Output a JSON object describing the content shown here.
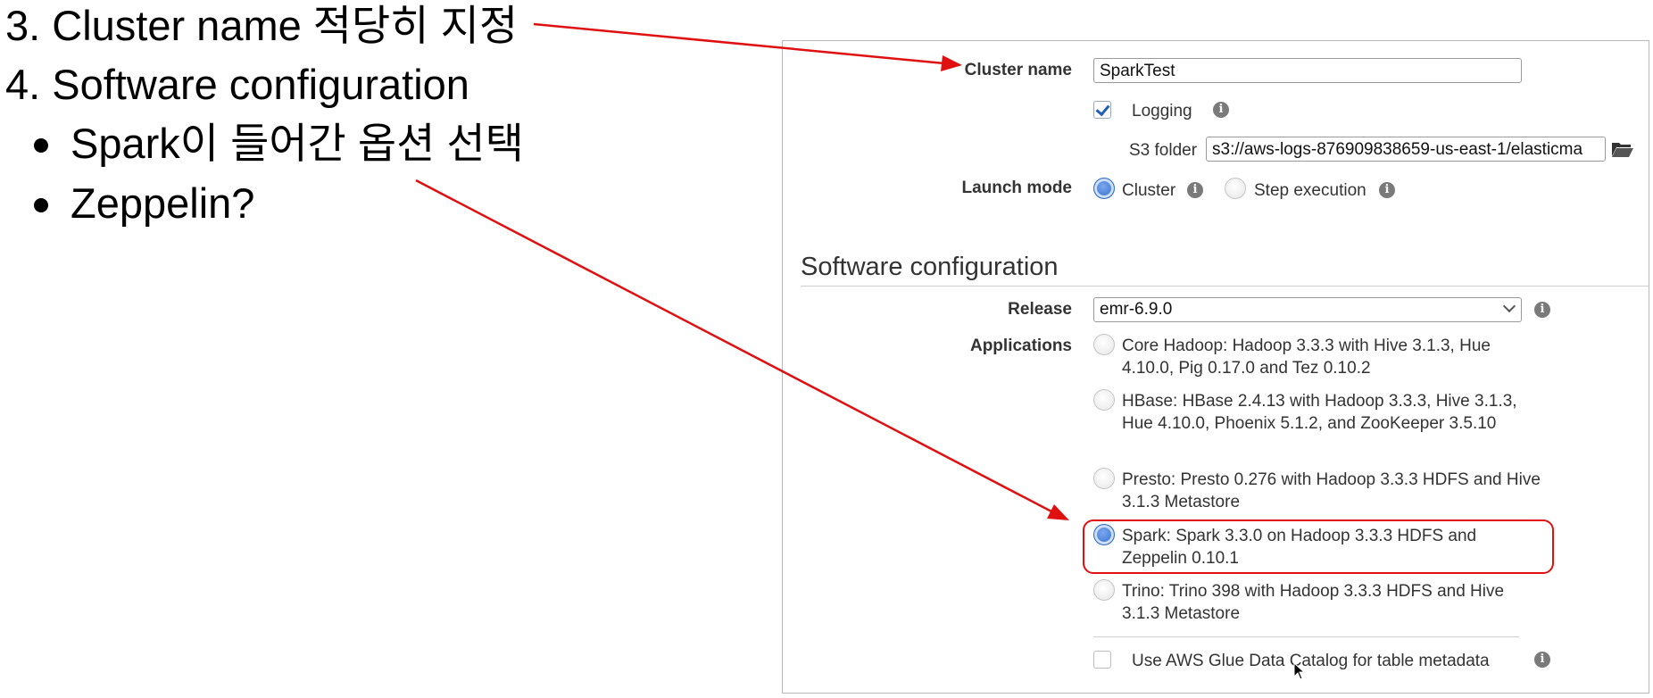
{
  "notes": {
    "line3": "3. Cluster name 적당히 지정",
    "line4": "4. Software configuration",
    "bullet1": "Spark이 들어간 옵션 선택",
    "bullet2": "Zeppelin?"
  },
  "form": {
    "cluster_name_label": "Cluster name",
    "cluster_name_value": "SparkTest",
    "logging_label": "Logging",
    "s3_folder_label": "S3 folder",
    "s3_folder_value": "s3://aws-logs-876909838659-us-east-1/elasticma",
    "launch_mode_label": "Launch mode",
    "launch_mode_options": [
      "Cluster",
      "Step execution"
    ],
    "launch_mode_selected": "Cluster"
  },
  "software": {
    "section_title": "Software configuration",
    "release_label": "Release",
    "release_value": "emr-6.9.0",
    "applications_label": "Applications",
    "applications": [
      "Core Hadoop: Hadoop 3.3.3 with Hive 3.1.3, Hue 4.10.0, Pig 0.17.0 and Tez 0.10.2",
      "HBase: HBase 2.4.13 with Hadoop 3.3.3, Hive 3.1.3, Hue 4.10.0, Phoenix 5.1.2, and ZooKeeper 3.5.10",
      "Presto: Presto 0.276 with Hadoop 3.3.3 HDFS and Hive 3.1.3 Metastore",
      "Spark: Spark 3.3.0 on Hadoop 3.3.3 HDFS and Zeppelin 0.10.1",
      "Trino: Trino 398 with Hadoop 3.3.3 HDFS and Hive 3.1.3 Metastore"
    ],
    "selected_application": "Spark: Spark 3.3.0 on Hadoop 3.3.3 HDFS and Zeppelin 0.10.1",
    "glue_label": "Use AWS Glue Data Catalog for table metadata"
  },
  "colors": {
    "annotation_red": "#e01010",
    "radio_selected_blue": "#2966c9",
    "info_icon_gray": "#7a7a7a"
  }
}
